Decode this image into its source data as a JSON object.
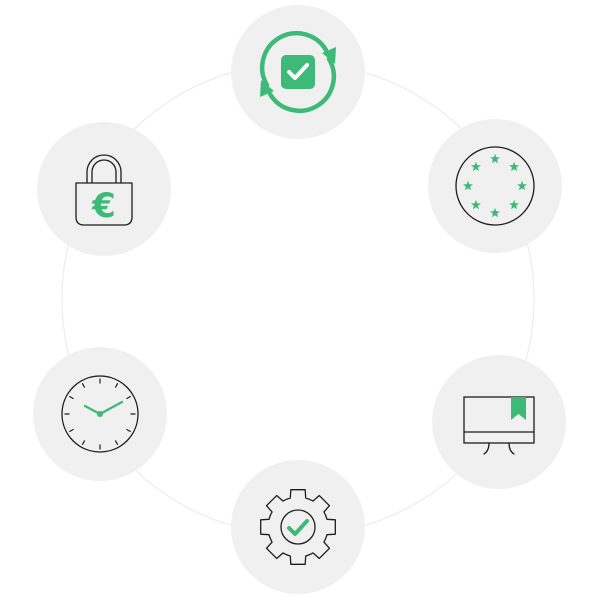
{
  "diagram": {
    "accent_color": "#3dba78",
    "line_color": "#1d1d1b",
    "node_fill": "#f1f0f0",
    "ring_color": "#ececec",
    "nodes": [
      {
        "id": "sync",
        "icon": "sync-checkbox-icon"
      },
      {
        "id": "eu",
        "icon": "eu-stars-icon"
      },
      {
        "id": "monitor",
        "icon": "monitor-bookmark-icon"
      },
      {
        "id": "gear",
        "icon": "gear-check-icon"
      },
      {
        "id": "clock",
        "icon": "clock-icon"
      },
      {
        "id": "lock",
        "icon": "padlock-euro-icon"
      }
    ],
    "lock_symbol": "€"
  }
}
